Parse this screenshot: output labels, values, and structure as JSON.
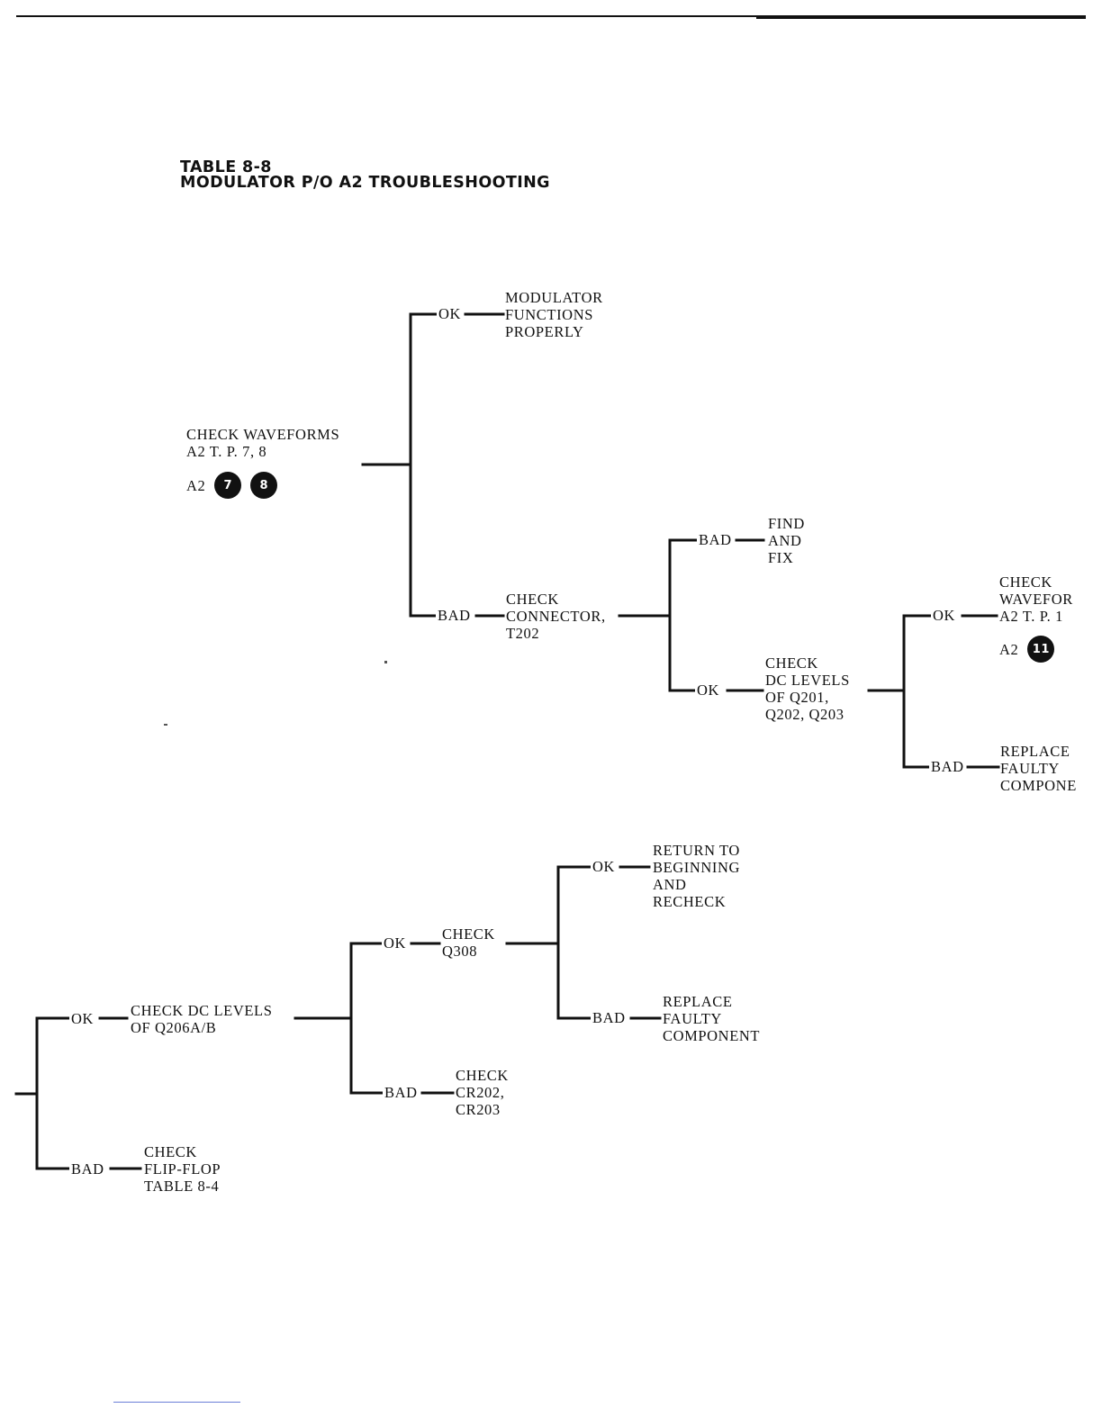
{
  "title": {
    "line1": "TABLE 8-8",
    "line2": "MODULATOR P/O A2 TROUBLESHOOTING"
  },
  "nodes": {
    "check_waveforms": [
      "CHECK WAVEFORMS",
      "A2 T. P. 7, 8"
    ],
    "check_waveforms_tp": {
      "prefix": "A2",
      "points": [
        "7",
        "8"
      ]
    },
    "modulator_functions": [
      "MODULATOR",
      "FUNCTIONS",
      "PROPERLY"
    ],
    "check_connector": [
      "CHECK",
      "CONNECTOR,",
      "T202"
    ],
    "find_and_fix": [
      "FIND",
      "AND",
      "FIX"
    ],
    "check_dc_q201": [
      "CHECK",
      "DC LEVELS",
      "OF Q201,",
      "Q202, Q203"
    ],
    "check_waveform_tp11": [
      "CHECK",
      "WAVEFOR",
      "A2 T. P. 1"
    ],
    "check_waveform_tp11_tp": {
      "prefix": "A2",
      "points": [
        "11"
      ]
    },
    "replace_faulty_1": [
      "REPLACE",
      "FAULTY",
      "COMPONE"
    ],
    "return_to_beginning": [
      "RETURN TO",
      "BEGINNING",
      "AND",
      "RECHECK"
    ],
    "check_q308": [
      "CHECK",
      "Q308"
    ],
    "replace_faulty_2": [
      "REPLACE",
      "FAULTY",
      "COMPONENT"
    ],
    "check_dc_q206": [
      "CHECK DC LEVELS",
      "OF Q206A/B"
    ],
    "check_cr202": [
      "CHECK",
      "CR202,",
      "CR203"
    ],
    "check_flip_flop": [
      "CHECK",
      "FLIP-FLOP",
      "TABLE 8-4"
    ]
  },
  "labels": {
    "ok": "OK",
    "bad": "BAD"
  }
}
